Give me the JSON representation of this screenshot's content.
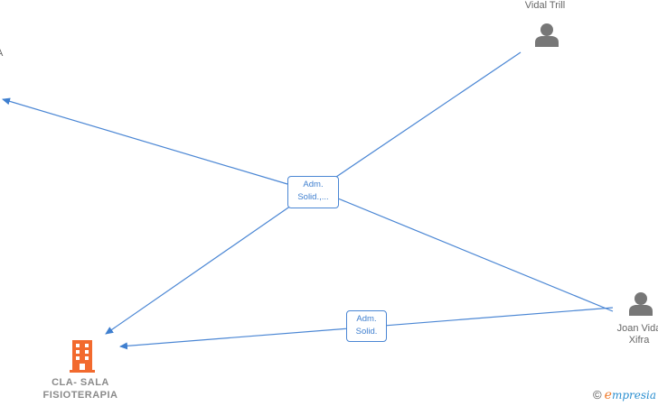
{
  "nodes": {
    "vidal_trill": {
      "label": "Vidal Trill"
    },
    "joan_vidal": {
      "label_line1": "Joan Vida",
      "label_line2": "Xifra"
    },
    "left_partial": {
      "label": "A"
    },
    "company": {
      "label_line1": "CLA- SALA",
      "label_line2": "FISIOTERAPIA"
    }
  },
  "edges": {
    "center": {
      "line1": "Adm.",
      "line2": "Solid.,..."
    },
    "bottom": {
      "line1": "Adm.",
      "line2": "Solid."
    }
  },
  "colors": {
    "edge": "#4a86d4",
    "person_icon": "#777777",
    "company_icon": "#f26a2e"
  },
  "watermark": {
    "symbol": "©",
    "brand_initial": "e",
    "brand_rest": "mpresia"
  }
}
